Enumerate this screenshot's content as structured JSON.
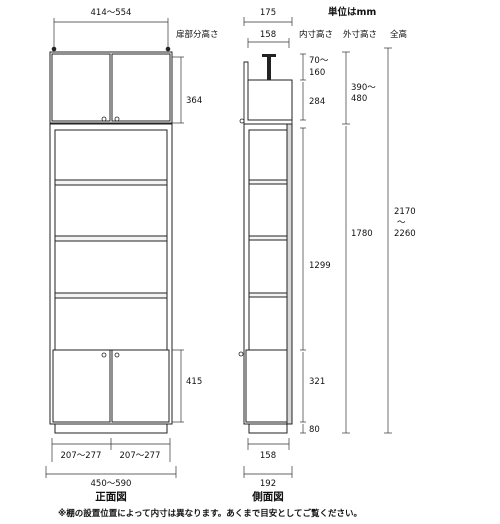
{
  "unit_label": "単位はmm",
  "front_title": "正面図",
  "side_title": "側面図",
  "note": "※棚の設置位置によって内寸は異なります。あくまで目安としてご覧ください。",
  "headers": {
    "door_height": "扉部分高さ",
    "inner_height": "内寸高さ",
    "outer_height": "外寸高さ",
    "total_height": "全高"
  },
  "front": {
    "top_width": "414〜554",
    "upper_door_height": "364",
    "lower_door_height": "415",
    "left_door_width": "207〜277",
    "right_door_width": "207〜277",
    "total_width": "450〜590"
  },
  "side": {
    "top_depth": "175",
    "inner_depth_top": "158",
    "gap_height_line1": "70〜",
    "gap_height_line2": "160",
    "upper_inner": "284",
    "middle_inner": "1299",
    "lower_inner": "321",
    "plinth": "80",
    "inner_depth_bottom": "158",
    "outer_depth_bottom": "192",
    "upper_outer_line1": "390〜",
    "upper_outer_line2": "480",
    "lower_outer": "1780",
    "total_line1": "2170",
    "total_line2": "〜",
    "total_line3": "2260"
  }
}
